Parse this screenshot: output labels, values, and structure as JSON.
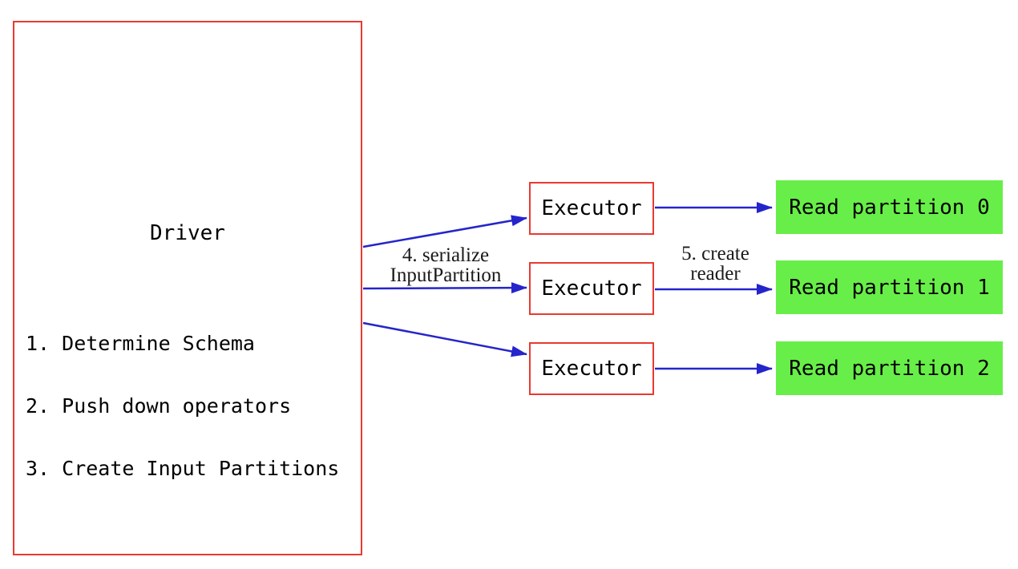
{
  "diagram": {
    "driver": {
      "title": "Driver",
      "steps": [
        "1. Determine Schema",
        "2. Push down operators",
        "3. Create Input Partitions"
      ]
    },
    "executors": [
      {
        "label": "Executor"
      },
      {
        "label": "Executor"
      },
      {
        "label": "Executor"
      }
    ],
    "partitions": [
      {
        "label": "Read partition 0"
      },
      {
        "label": "Read partition 1"
      },
      {
        "label": "Read partition 2"
      }
    ],
    "edge_labels": {
      "serialize": "4. serialize\nInputPartition",
      "create_reader": "5. create\nreader"
    },
    "colors": {
      "box_border": "#e83a30",
      "arrow": "#2525cb",
      "partition_fill": "#68ee48",
      "text": "#000000",
      "background": "#ffffff"
    }
  }
}
